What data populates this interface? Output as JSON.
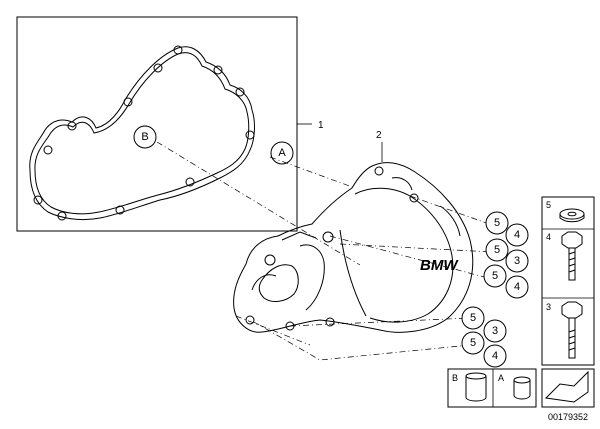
{
  "diagram": {
    "part_refs": {
      "gasket": "1",
      "cover": "2"
    },
    "callouts": {
      "gasket_b": "B",
      "gasket_a": "A",
      "r1c1": "5",
      "r1c2": "4",
      "r2c1": "5",
      "r2c2": "3",
      "r3c1": "5",
      "r3c2": "4",
      "r4c1": "5",
      "r4c2": "3",
      "r5c1": "5",
      "r5c2": "4"
    },
    "side_panel": {
      "washer_label": "5",
      "bolt_short_label": "4",
      "bolt_long_label": "3"
    },
    "bottom_panel": {
      "sleeve_b_label": "B",
      "sleeve_a_label": "A"
    },
    "cover_logo": "BMW",
    "diagram_number": "00179352"
  }
}
